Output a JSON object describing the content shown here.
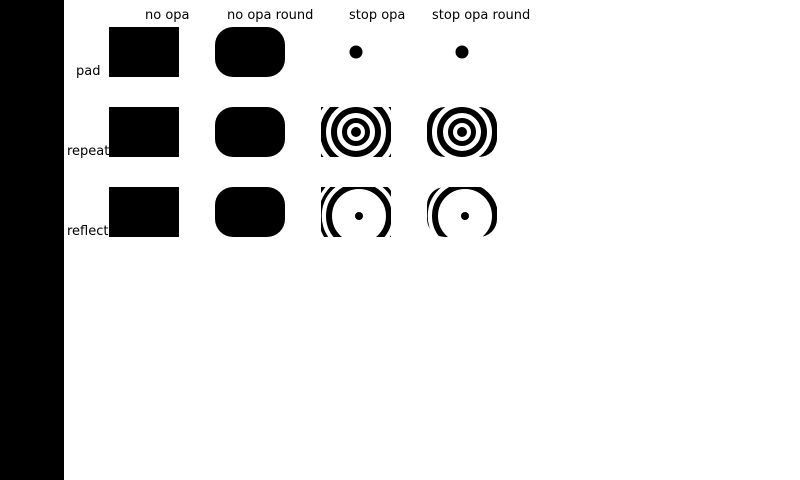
{
  "columns": [
    {
      "id": "no-opa",
      "label": "no opa"
    },
    {
      "id": "no-opa-round",
      "label": "no opa round"
    },
    {
      "id": "stop-opa",
      "label": "stop opa"
    },
    {
      "id": "stop-opa-round",
      "label": "stop opa round"
    }
  ],
  "rows": [
    {
      "id": "pad",
      "label": "pad"
    },
    {
      "id": "repeat",
      "label": "repeat"
    },
    {
      "id": "reflect",
      "label": "reflect"
    }
  ],
  "colors": {
    "foreground": "#000000",
    "background": "#ffffff",
    "sidebar": "#000000"
  }
}
